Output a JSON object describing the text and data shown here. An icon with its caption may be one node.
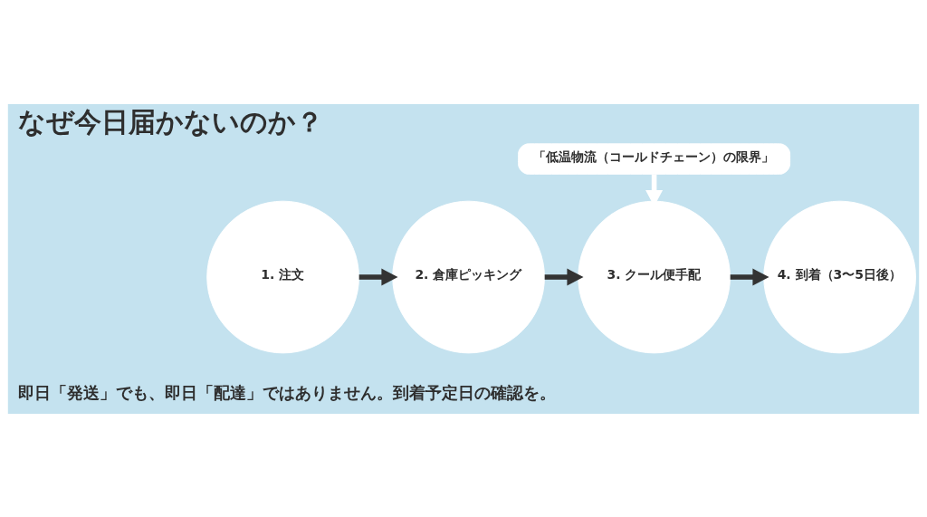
{
  "diagram": {
    "title": "なぜ今日届かないのか？",
    "caption": "即日「発送」でも、即日「配達」ではありません。到着予定日の確認を。",
    "nodes": [
      {
        "text": [
          "1. 注文"
        ]
      },
      {
        "text": [
          "2. 倉庫ピッキング"
        ]
      },
      {
        "text": [
          "3. クール便手配"
        ]
      },
      {
        "text": [
          "4. 到着（3〜5日後）"
        ]
      },
      {
        "text": [
          "「低温物流（コールドチェーン）の限界」"
        ]
      }
    ],
    "edges": [
      {
        "from": 0,
        "to": 1,
        "arrow": "to"
      },
      {
        "from": 1,
        "to": 2,
        "arrow": "to"
      },
      {
        "from": 2,
        "to": 3,
        "arrow": "to"
      },
      {
        "from": 4,
        "to": 2,
        "arrow": "to",
        "color": "#ffffff"
      }
    ]
  }
}
